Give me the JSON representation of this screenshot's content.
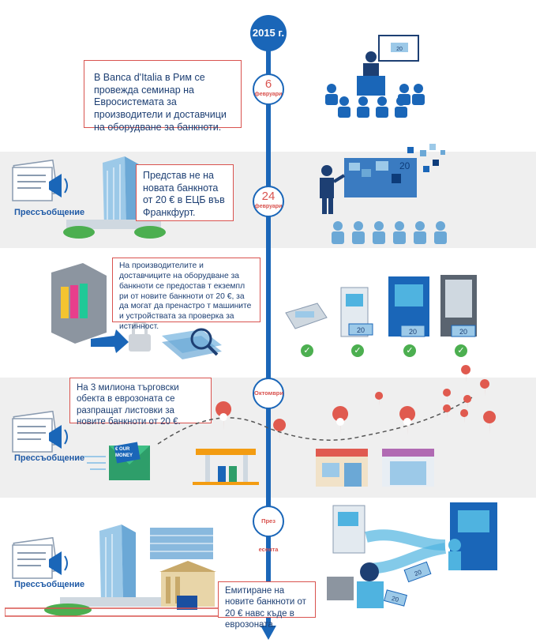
{
  "year": "2015 г.",
  "events": {
    "e1": {
      "text": "В Banca d'Italia в Рим се провежда семинар на Евросистемата за производители и доставчици на оборудване за банкноти.",
      "date_num": "6",
      "date_month": "февруари"
    },
    "e2": {
      "text": "Представ не на новата банкнота от 20 € в ЕЦБ във Франкфурт.",
      "date_num": "24",
      "date_month": "февруари",
      "press_label": "Прессъобщение"
    },
    "e3": {
      "text": "На производителите и доставчиците на оборудване за банкноти се предостав т екземпл ри от новите банкноти от 20 €, за да могат да пренастро т машините и устройствата за проверка за истинност."
    },
    "e4": {
      "text": "На 3 милиона търговски обекта в еврозоната се разпращат листовки за новите банкноти от 20 €.",
      "date_label": "Октомври",
      "press_label": "Прессъобщение",
      "leaflet_text": "€ OUR MONEY"
    },
    "e5": {
      "text": "Емитиране на новите банкноти от 20 € навс къде в еврозоната.",
      "date_label": "През есента",
      "press_label": "Прессъобщение"
    }
  },
  "note_value": "20",
  "colors": {
    "timeline": "#1a66b8",
    "accent_red": "#d9534f",
    "text_blue": "#1d3f73"
  }
}
